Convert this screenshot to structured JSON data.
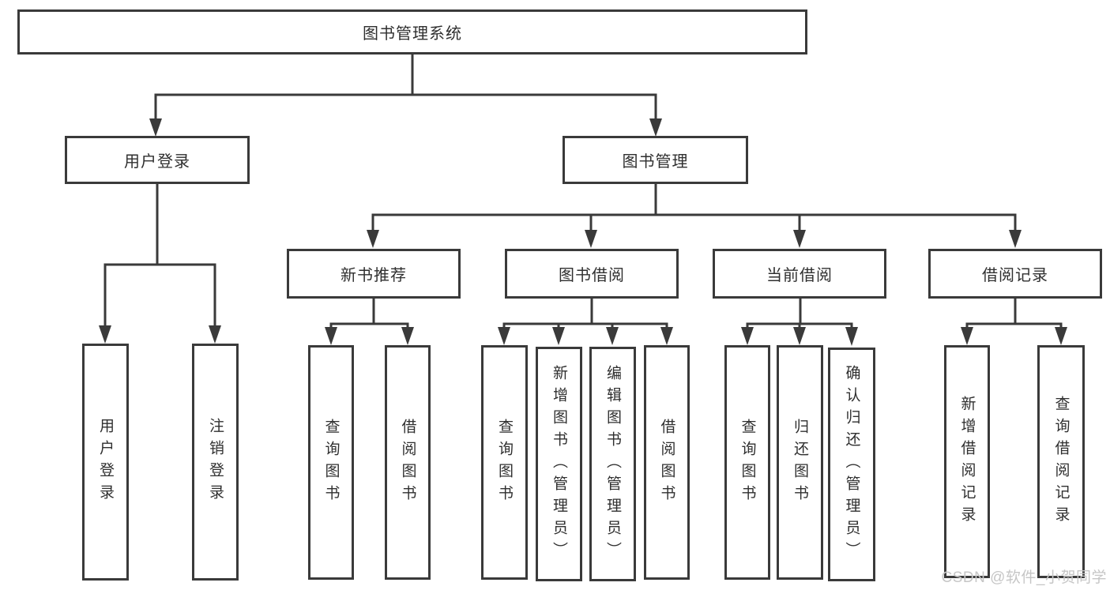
{
  "diagram": {
    "root": {
      "label": "图书管理系统"
    },
    "branches": [
      {
        "label": "用户登录",
        "children": [
          {
            "label": "用户登录"
          },
          {
            "label": "注销登录"
          }
        ]
      },
      {
        "label": "图书管理",
        "children": [
          {
            "label": "新书推荐",
            "children": [
              {
                "label": "查询图书"
              },
              {
                "label": "借阅图书"
              }
            ]
          },
          {
            "label": "图书借阅",
            "children": [
              {
                "label": "查询图书"
              },
              {
                "label": "新增图书（管理员）"
              },
              {
                "label": "编辑图书（管理员）"
              },
              {
                "label": "借阅图书"
              }
            ]
          },
          {
            "label": "当前借阅",
            "children": [
              {
                "label": "查询图书"
              },
              {
                "label": "归还图书"
              },
              {
                "label": "确认归还（管理员）"
              }
            ]
          },
          {
            "label": "借阅记录",
            "children": [
              {
                "label": "新增借阅记录"
              },
              {
                "label": "查询借阅记录"
              }
            ]
          }
        ]
      }
    ]
  },
  "watermark": {
    "text": "CSDN @软件_小贺同学"
  },
  "colors": {
    "line": "#3a3a3a",
    "text": "#2f2f2f",
    "background": "#ffffff",
    "watermark": "#c6c6c6"
  }
}
